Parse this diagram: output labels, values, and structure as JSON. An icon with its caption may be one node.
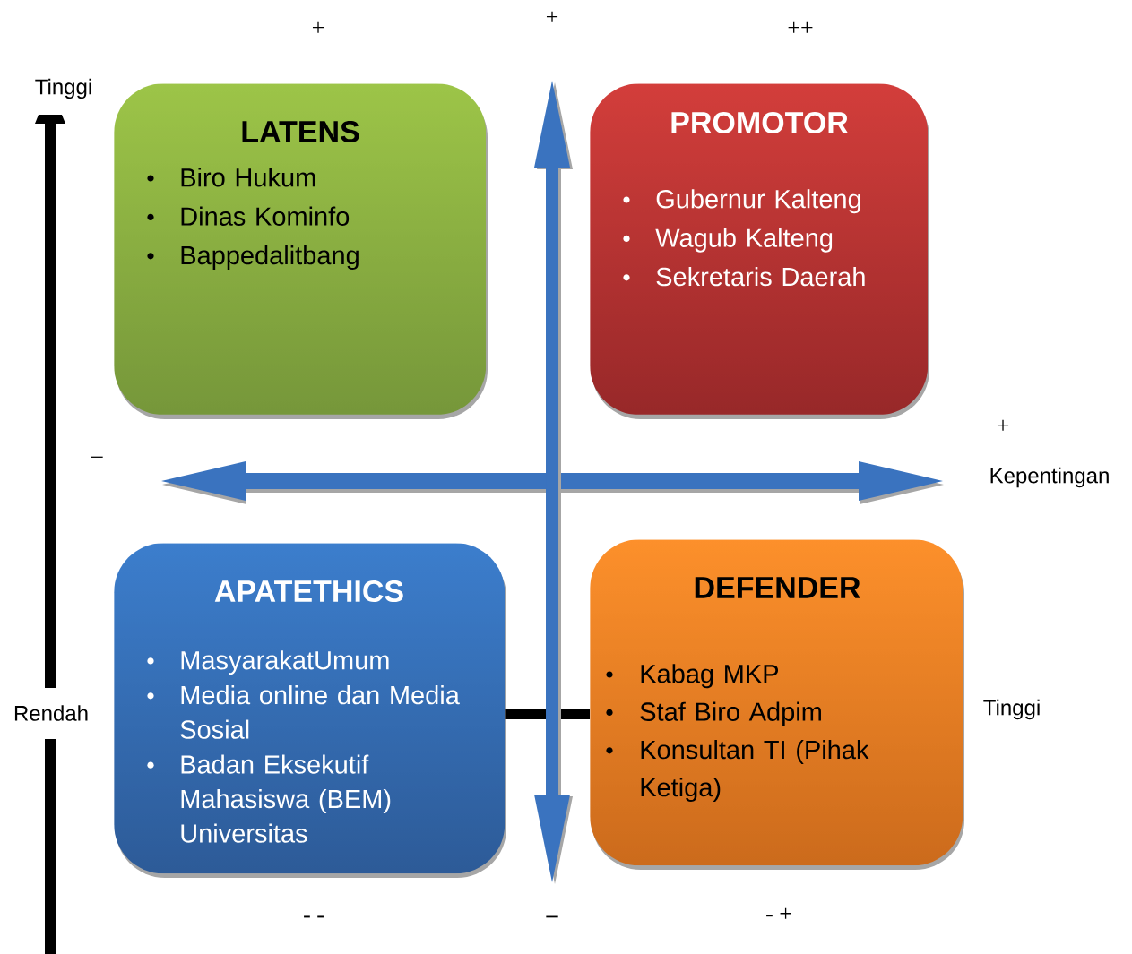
{
  "diagram": {
    "nodes": [
      {
        "text": [
          "LATENS",
          "Biro Hukum",
          "Dinas Kominfo",
          "Bappedalitbang"
        ]
      },
      {
        "text": [
          "PROMOTOR",
          "Gubernur Kalteng",
          "Wagub Kalteng",
          "Sekretaris Daerah"
        ]
      },
      {
        "text": [
          "APATETHICS",
          "MasyarakatUmum",
          "Media online dan Media Sosial",
          "Badan Eksekutif Mahasiswa (BEM) Universitas"
        ]
      },
      {
        "text": [
          "DEFENDER",
          "Kabag MKP",
          "Staf Biro Adpim",
          "Konsultan TI (Pihak Ketiga)"
        ]
      }
    ],
    "edges": [
      {
        "from": 2,
        "to": 3,
        "arrow": "none"
      }
    ],
    "labels": [
      "+",
      "+",
      "++",
      "Tinggi",
      "+",
      "–",
      "Kepentingan",
      "Tinggi",
      "Rendah",
      "- -",
      "–",
      "- +"
    ]
  }
}
